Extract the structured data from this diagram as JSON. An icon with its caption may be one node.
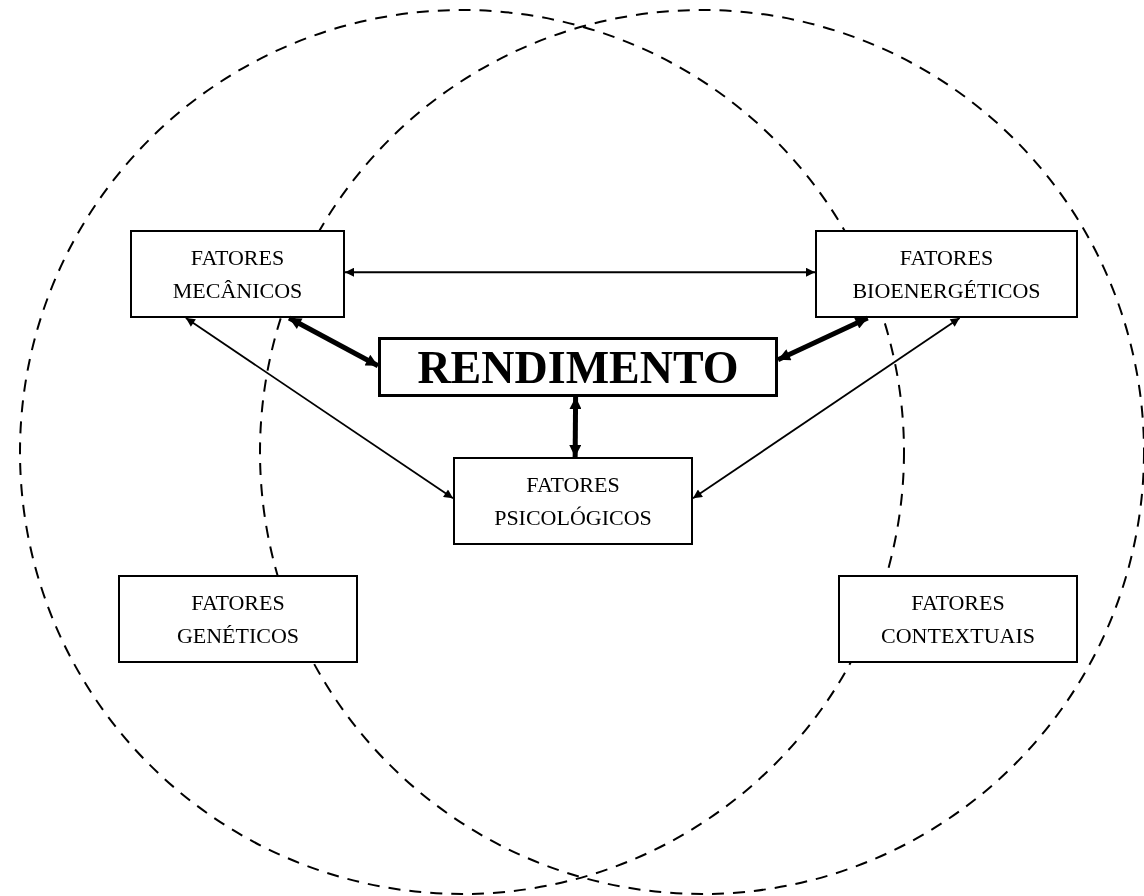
{
  "diagram": {
    "nodes": [
      {
        "text": [
          "FATORES MECÂNICOS"
        ]
      },
      {
        "text": [
          "FATORES BIOENERGÉTICOS"
        ]
      },
      {
        "text": [
          "RENDIMENTO"
        ]
      },
      {
        "text": [
          "FATORES PSICOLÓGICOS"
        ]
      },
      {
        "text": [
          "FATORES GENÉTICOS"
        ]
      },
      {
        "text": [
          "FATORES CONTEXTUAIS"
        ]
      }
    ],
    "edges": [
      {
        "from": 0,
        "to": 1,
        "arrow": "both"
      },
      {
        "from": 0,
        "to": 2,
        "arrow": "both",
        "style": "thick"
      },
      {
        "from": 1,
        "to": 2,
        "arrow": "both",
        "style": "thick"
      },
      {
        "from": 2,
        "to": 3,
        "arrow": "both",
        "style": "thick"
      },
      {
        "from": 0,
        "to": 3,
        "arrow": "both"
      },
      {
        "from": 1,
        "to": 3,
        "arrow": "both"
      }
    ]
  }
}
